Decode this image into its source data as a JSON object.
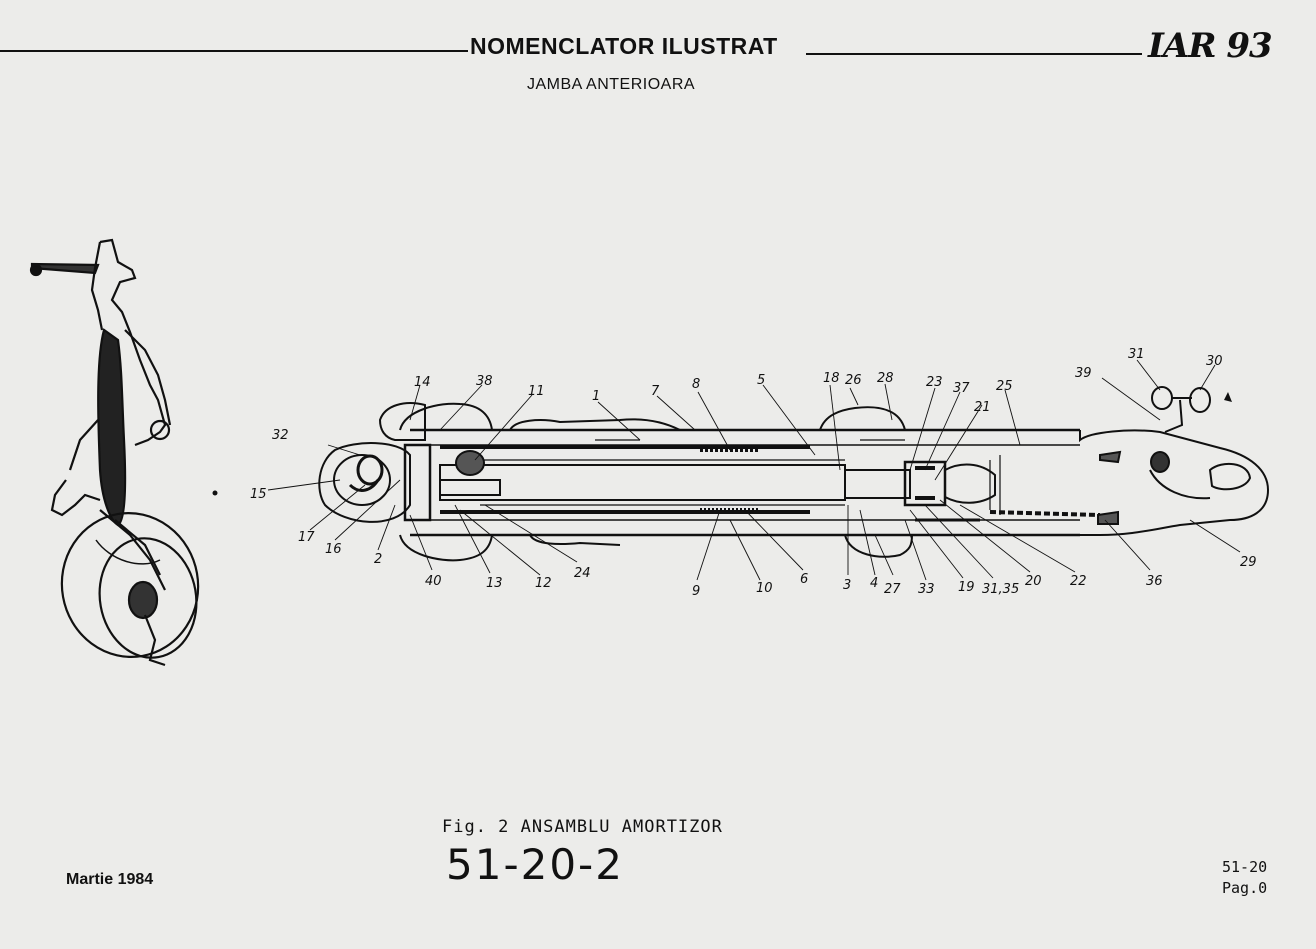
{
  "header": {
    "title": "NOMENCLATOR ILUSTRAT",
    "logo": "IAR 93",
    "subtitle": "JAMBA ANTERIOARA"
  },
  "figure": {
    "caption": "Fig. 2 ANSAMBLU AMORTIZOR",
    "number": "51-20-2"
  },
  "footer": {
    "date": "Martie 1984",
    "chapter": "51-20",
    "page": "Pag.0"
  },
  "callouts": {
    "c1": "1",
    "c2": "2",
    "c3": "3",
    "c4": "4",
    "c5": "5",
    "c6": "6",
    "c7": "7",
    "c8": "8",
    "c9": "9",
    "c10": "10",
    "c11": "11",
    "c12": "12",
    "c13": "13",
    "c14": "14",
    "c15": "15",
    "c16": "16",
    "c17": "17",
    "c18": "18",
    "c19": "19",
    "c20": "20",
    "c21": "21",
    "c22": "22",
    "c23": "23",
    "c24": "24",
    "c25": "25",
    "c26": "26",
    "c27": "27",
    "c28": "28",
    "c29": "29",
    "c30": "30",
    "c31": "31",
    "c32": "32",
    "c33": "33",
    "c3135": "31,35",
    "c36": "36",
    "c37": "37",
    "c38": "38",
    "c39": "39",
    "c40": "40"
  }
}
